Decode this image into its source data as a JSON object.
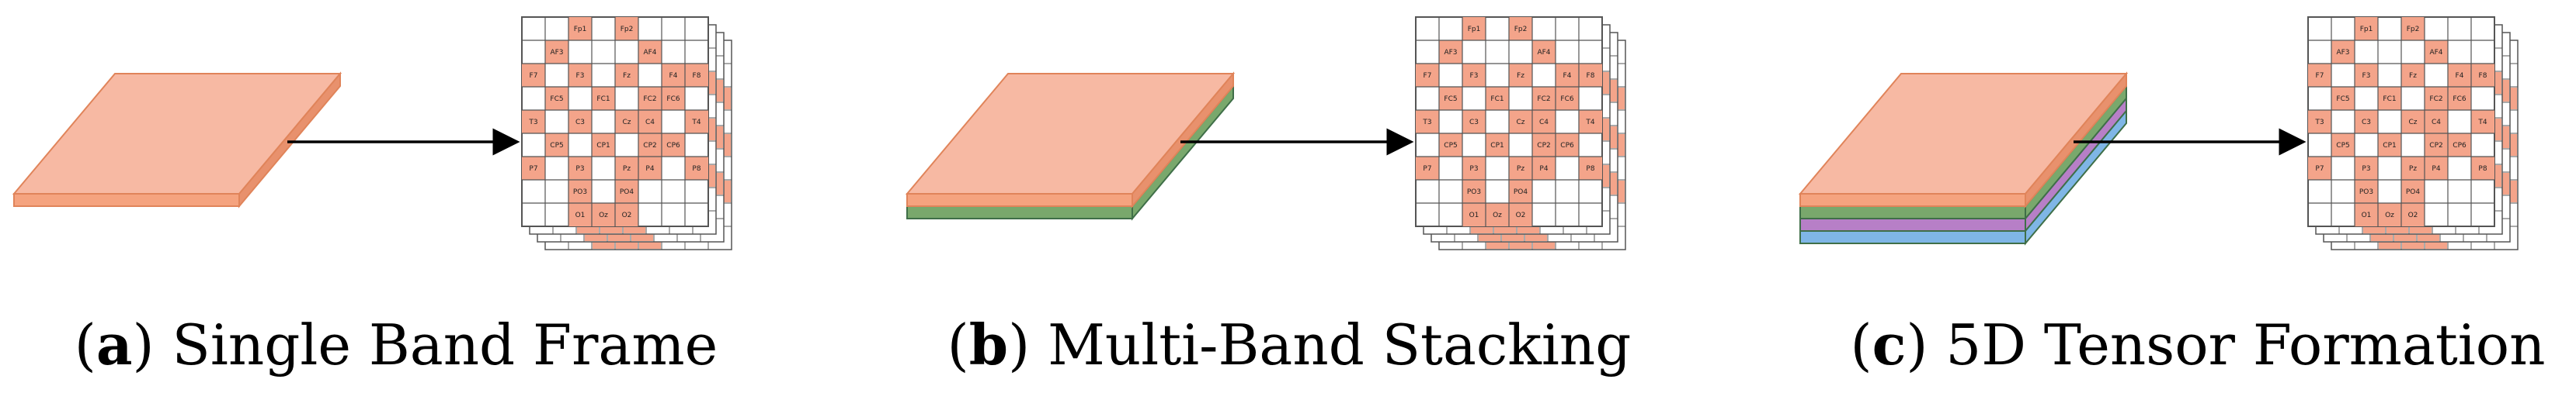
{
  "panels": [
    {
      "caption_letter": "a",
      "caption_text": "Single Band Frame",
      "layers": [
        "#79a86c"
      ]
    },
    {
      "caption_letter": "b",
      "caption_text": "Multi-Band Stacking",
      "layers": [
        "#79a86c"
      ]
    },
    {
      "caption_letter": "c",
      "caption_text": "5D Tensor Formation",
      "layers": [
        "#79a86c",
        "#b77fc7",
        "#7fb6e6"
      ]
    }
  ],
  "colors": {
    "top_face": "#f7b9a3",
    "front_face": "#f5a37f",
    "cell_active": "#f4a48a",
    "grid_line": "#555555",
    "arrow": "#000000"
  },
  "grid_labels": [
    [
      "",
      "",
      "Fp1",
      "",
      "Fp2",
      "",
      "",
      ""
    ],
    [
      "",
      "AF3",
      "",
      "",
      "",
      "AF4",
      "",
      ""
    ],
    [
      "F7",
      "",
      "F3",
      "",
      "Fz",
      "",
      "F4",
      "F8"
    ],
    [
      "",
      "FC5",
      "",
      "FC1",
      "",
      "FC2",
      "FC6",
      ""
    ],
    [
      "T3",
      "",
      "C3",
      "",
      "Cz",
      "C4",
      "",
      "T4"
    ],
    [
      "",
      "CP5",
      "",
      "CP1",
      "",
      "CP2",
      "CP6",
      ""
    ],
    [
      "P7",
      "",
      "P3",
      "",
      "Pz",
      "P4",
      "",
      "P8"
    ],
    [
      "",
      "",
      "PO3",
      "",
      "PO4",
      "",
      "",
      ""
    ],
    [
      "",
      "",
      "O1",
      "Oz",
      "O2",
      "",
      "",
      ""
    ]
  ]
}
